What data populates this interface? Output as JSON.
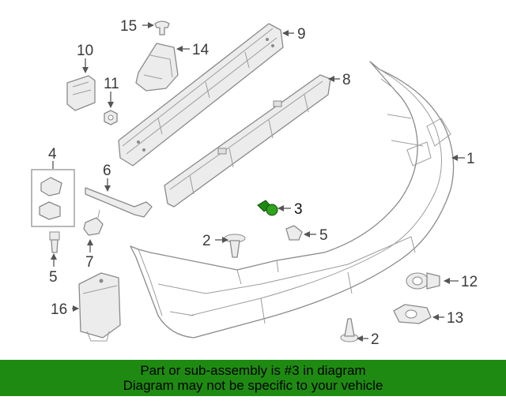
{
  "callouts": {
    "c1": "1",
    "c2a": "2",
    "c2b": "2",
    "c3": "3",
    "c4": "4",
    "c5a": "5",
    "c5b": "5",
    "c6": "6",
    "c7": "7",
    "c8": "8",
    "c9": "9",
    "c10": "10",
    "c11": "11",
    "c12": "12",
    "c13": "13",
    "c14": "14",
    "c15": "15",
    "c16": "16"
  },
  "highlight_color": "#1f8a12",
  "footer": {
    "line1": "Part or sub-assembly is #3 in diagram",
    "line2": "Diagram may not be specific to your vehicle"
  }
}
